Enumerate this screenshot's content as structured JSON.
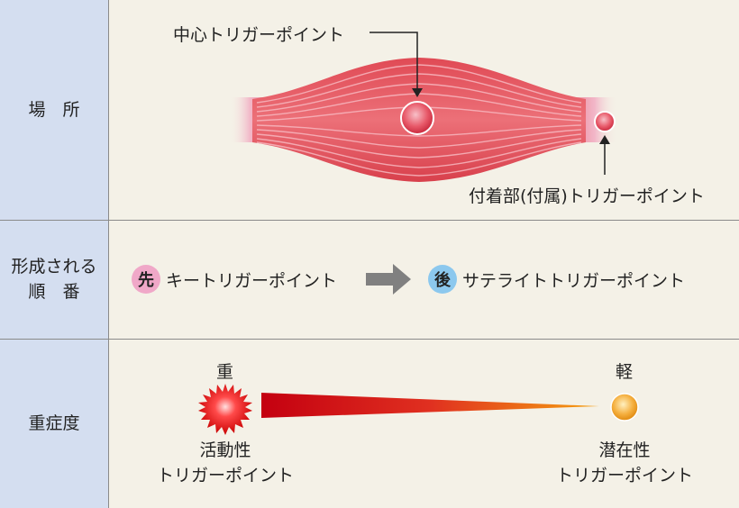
{
  "rows": [
    {
      "label_line1": "場　所",
      "label_line2": ""
    },
    {
      "label_line1": "形成される",
      "label_line2": "順　番"
    },
    {
      "label_line1": "重症度",
      "label_line2": ""
    }
  ],
  "location": {
    "central_label": "中心トリガーポイント",
    "attachment_label": "付着部(付属)トリガーポイント"
  },
  "order": {
    "first_badge": "先",
    "first_label": "キートリガーポイント",
    "second_badge": "後",
    "second_label": "サテライトトリガーポイント"
  },
  "severity": {
    "heavy_label": "重",
    "light_label": "軽",
    "active_label_line1": "活動性",
    "active_label_line2": "トリガーポイント",
    "latent_label_line1": "潜在性",
    "latent_label_line2": "トリガーポイント"
  },
  "colors": {
    "label_bg": "#d4def0",
    "content_bg": "#f4f1e7",
    "muscle": "#e5616a",
    "first_badge": "#f0a8c8",
    "second_badge": "#8cc8ee",
    "arrow": "#808080"
  }
}
